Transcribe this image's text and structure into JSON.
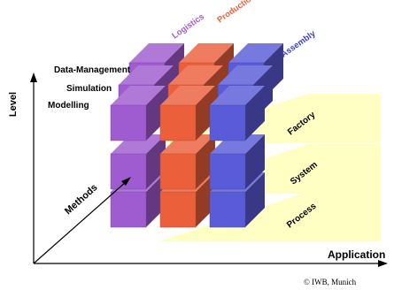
{
  "axes": {
    "vertical_label": "Level",
    "horizontal_label": "Application",
    "diagonal_label": "Methods"
  },
  "methods": [
    "Data-Management",
    "Simulation",
    "Modelling"
  ],
  "applications": [
    {
      "label": "Logistics",
      "color": "#9F5BD0"
    },
    {
      "label": "Production",
      "color": "#EC5F3B"
    },
    {
      "label": "Assembly",
      "color": "#5A5BD8"
    }
  ],
  "levels": [
    "Factory",
    "System",
    "Process"
  ],
  "copyright": "© IWB, Munich"
}
